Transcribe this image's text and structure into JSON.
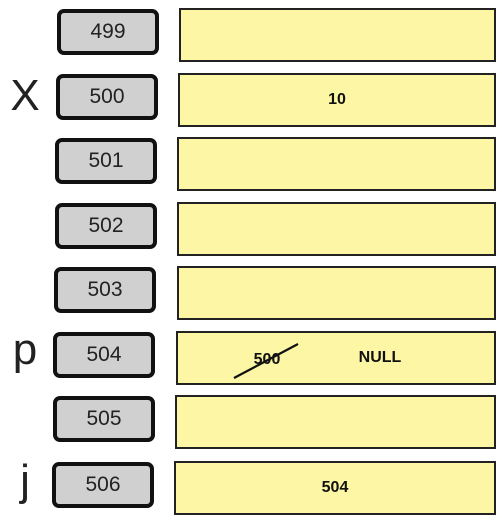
{
  "memory": {
    "rows": [
      {
        "variable": "",
        "address": "499",
        "value": ""
      },
      {
        "variable": "X",
        "address": "500",
        "value": "10"
      },
      {
        "variable": "",
        "address": "501",
        "value": ""
      },
      {
        "variable": "",
        "address": "502",
        "value": ""
      },
      {
        "variable": "",
        "address": "503",
        "value": ""
      },
      {
        "variable": "p",
        "address": "504",
        "old_value": "500",
        "value": "NULL"
      },
      {
        "variable": "",
        "address": "505",
        "value": ""
      },
      {
        "variable": "j",
        "address": "506",
        "value": "504"
      }
    ]
  },
  "colors": {
    "cell_fill": "#fdf6a4",
    "address_fill": "#d0d0d0",
    "border": "#111111"
  }
}
